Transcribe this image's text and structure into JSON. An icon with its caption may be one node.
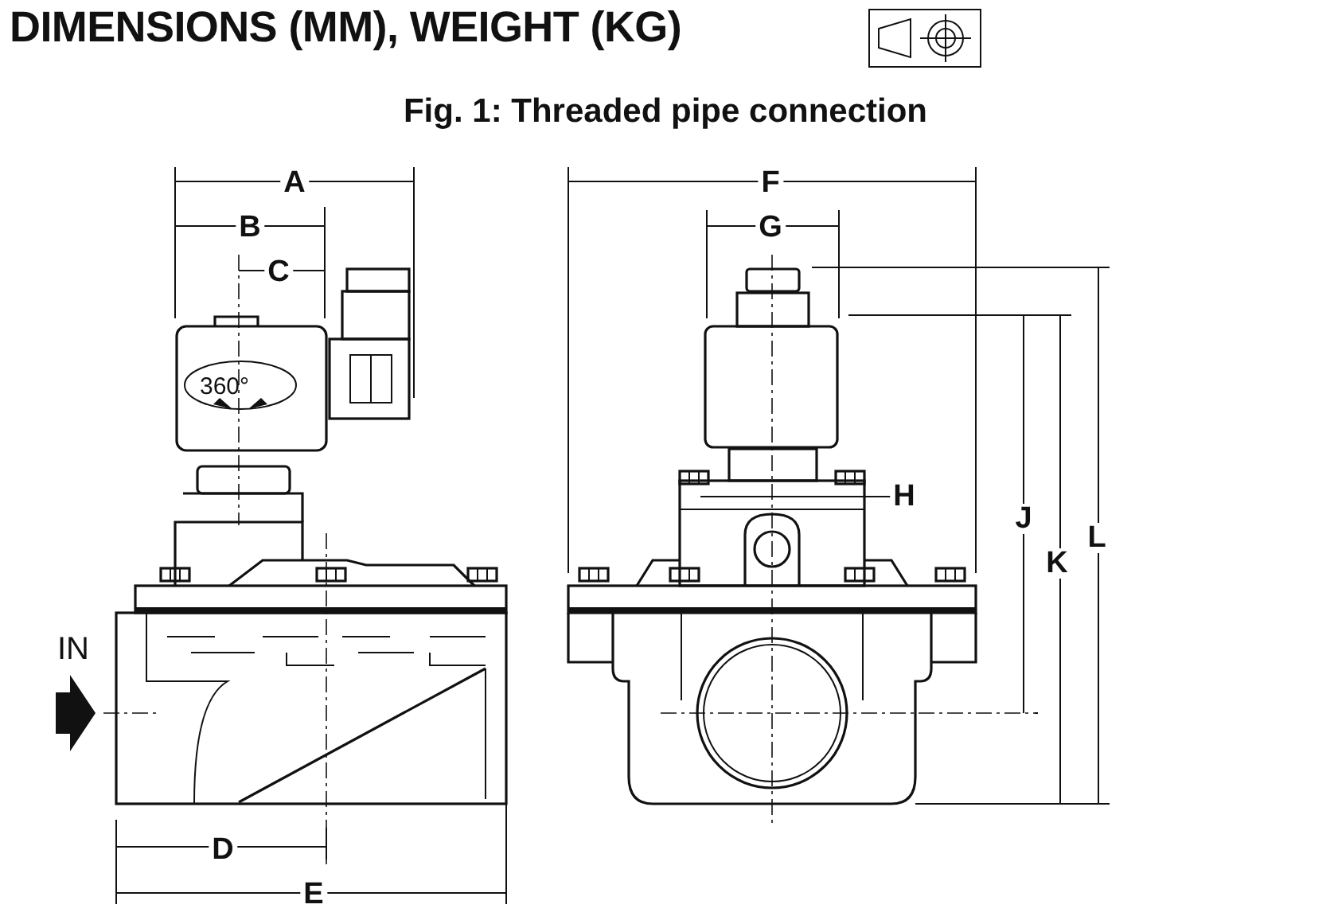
{
  "diagram": {
    "title": "DIMENSIONS (MM), WEIGHT (KG)",
    "labels": [
      "Fig. 1: Threaded pipe connection",
      "A",
      "F",
      "B",
      "G",
      "C",
      "360°",
      "H",
      "J",
      "L",
      "K",
      "IN",
      "D",
      "E"
    ]
  }
}
